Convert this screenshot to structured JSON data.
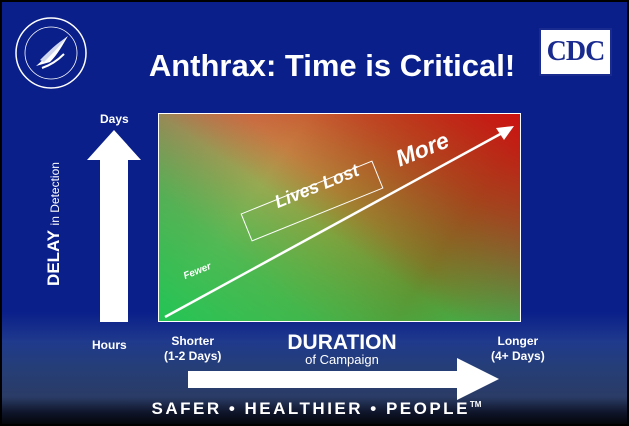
{
  "title": "Anthrax:  Time is Critical!",
  "logo": {
    "text": "CDC",
    "brand_color": "#1a2b8f"
  },
  "seal_icon": "hhs-eagle-seal",
  "y_axis": {
    "top_label": "Days",
    "bottom_label": "Hours",
    "title": "DELAY",
    "subtitle": "in Detection"
  },
  "x_axis": {
    "left_label_line1": "Shorter",
    "left_label_line2": "(1-2 Days)",
    "right_label_line1": "Longer",
    "right_label_line2": "(4+ Days)",
    "title": "DURATION",
    "subtitle": "of Campaign"
  },
  "panel": {
    "diagonal_label": "Lives Lost",
    "high_label": "More",
    "low_label": "Fewer",
    "gradient_low_color": "#22c455",
    "gradient_high_color": "#cc1111"
  },
  "footer": {
    "tagline": "SAFER • HEALTHIER • PEOPLE",
    "trademark": "TM"
  }
}
